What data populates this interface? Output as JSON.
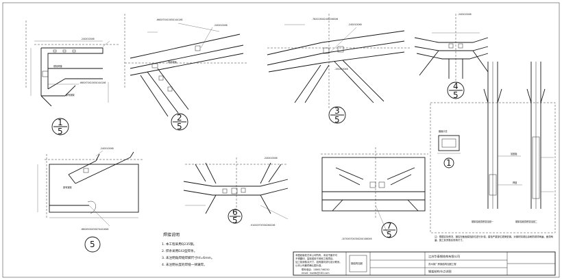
{
  "details": [
    {
      "num": "1",
      "den": "5",
      "labels": [
        "-240X100X6",
        "-660X75X10X5X1441X6"
      ]
    },
    {
      "num": "2",
      "den": "5",
      "labels": [
        "-240X100X6",
        "-660X75X10X5X1441X6"
      ]
    },
    {
      "num": "3",
      "den": "5",
      "labels": [
        "-240X100X6",
        "-76X1290X240X2060X6",
        "-150X150X6"
      ]
    },
    {
      "num": "4",
      "den": "5",
      "labels": [
        "-240X100X6"
      ]
    },
    {
      "num": "5",
      "den": "",
      "labels": [
        "-240X100X6",
        "-660X500X30X7X4416X6"
      ]
    },
    {
      "num": "6",
      "den": "5",
      "labels": [
        "-240X100X6",
        "-910X297X30X26X2X6"
      ]
    },
    {
      "num": "7",
      "den": "5",
      "labels": [
        "-1070X570X30X20X1460X6"
      ]
    },
    {
      "num": "1",
      "den": "",
      "labels": []
    }
  ],
  "weld_notes": {
    "title": "焊接说明",
    "items": [
      "1. 本工程采用Q235钢。",
      "2. 焊条采用E43型焊条。",
      "3. 未注明角焊缝焊脚尺寸hf=6mm。",
      "4. 未注明长度的焊缝一律满焊。"
    ]
  },
  "section_titles": [
    "钢架柱破损修复加固一",
    "钢架柱破损修复加固二"
  ],
  "general_note": "注：根据实际情况，钢柱在截面腐蚀部位进行补强，腐蚀严重部位更换型钢。对钢材除锈后涂刷防锈漆两遍，面漆两遍，施工前须核实现场尺寸。",
  "title_block": {
    "company": "江苏华泰钢结构有限公司",
    "project": "苏州某厂房钢结构加固工程",
    "drawing_title": "钢架结构节点详图",
    "contact_lines": [
      "本图纸版权归本公司所有，未经书面许可",
      "不得翻印、复制或用于其他工程项目。",
      "加工前请核对尺寸，如有疑问请与设计联系。",
      "以本公司最终确认图为准。"
    ],
    "phone": "联系电话：13861746250",
    "email": "email: mailtb@163.com",
    "stamp_label": "钢结构加固"
  }
}
